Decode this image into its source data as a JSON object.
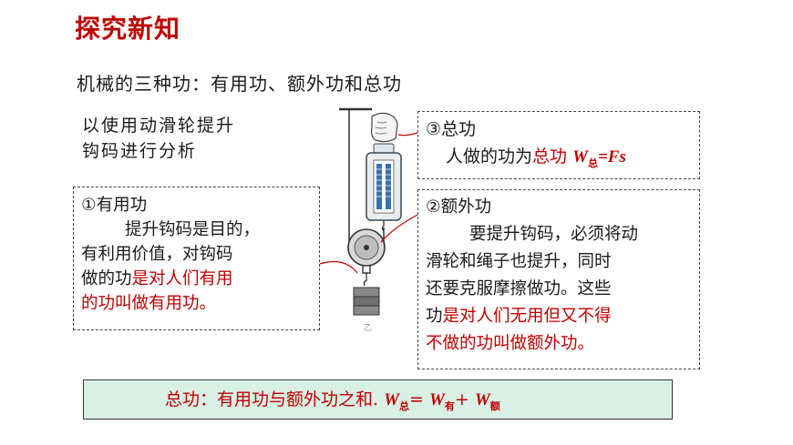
{
  "title": "探究新知",
  "heading": "机械的三种功：有用功、额外功和总功",
  "intro": {
    "line1": "以使用动滑轮提升",
    "line2": "钩码进行分析"
  },
  "useful": {
    "header": "①有用功",
    "line1": "提升钩码是目的，",
    "line2": "有利用价值，对钩码",
    "line3a": "做的功",
    "line3b": "是对人们有用",
    "line4": "的功叫做有用功。"
  },
  "total": {
    "header": "③总功",
    "text_plain": "人做的功为",
    "text_red": "总功",
    "formula_w": "W",
    "formula_sub": "总",
    "formula_rest": "=Fs"
  },
  "extra": {
    "header": "②额外功",
    "line1": "要提升钩码，必须将动",
    "line2": "滑轮和绳子也提升，同时",
    "line3": "还要克服摩擦做功。这些",
    "line4a": "功",
    "line4b": "是对人们无用但又不得",
    "line5": "不做的功叫做额外功。"
  },
  "summary": {
    "text": "总功：有用功与额外功之和.",
    "w": "W",
    "sub_total": "总",
    "eq": "= ",
    "sub_useful": "有",
    "plus": "+ ",
    "sub_extra": "额"
  },
  "figure": {
    "label": "乙"
  },
  "colors": {
    "accent_red": "#c00000",
    "summary_bg": "#d9f0e4"
  }
}
